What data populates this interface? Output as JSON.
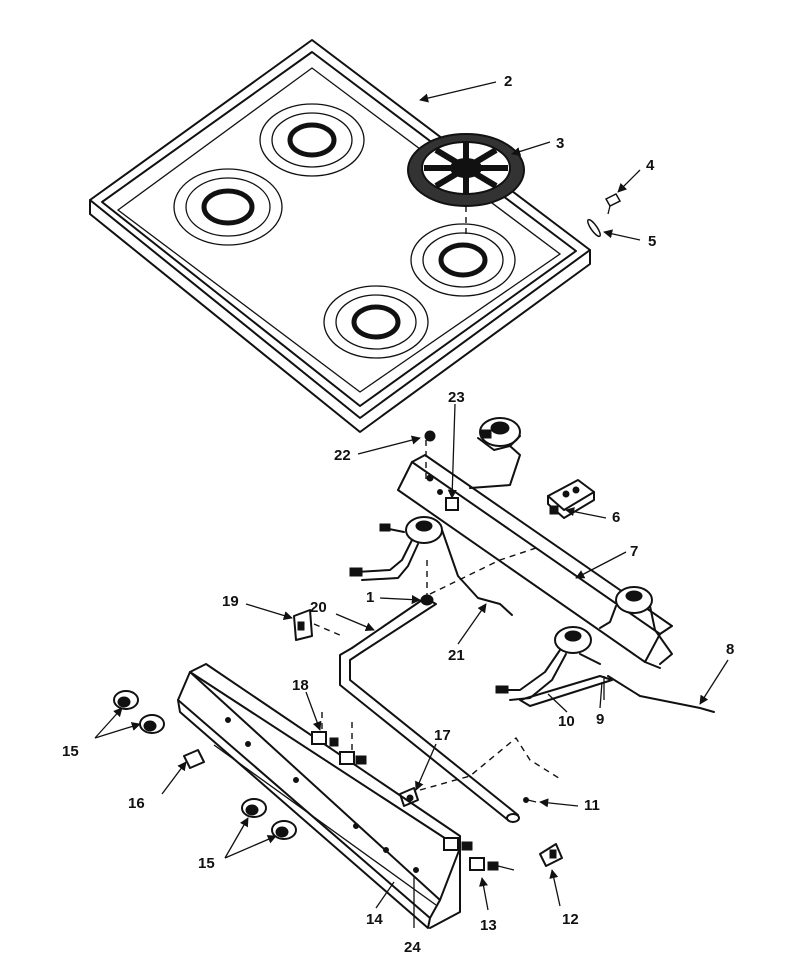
{
  "callouts": [
    "1",
    "2",
    "3",
    "4",
    "5",
    "6",
    "7",
    "8",
    "9",
    "10",
    "11",
    "12",
    "13",
    "14",
    "15",
    "15",
    "16",
    "17",
    "18",
    "19",
    "20",
    "21",
    "22",
    "23",
    "24"
  ]
}
